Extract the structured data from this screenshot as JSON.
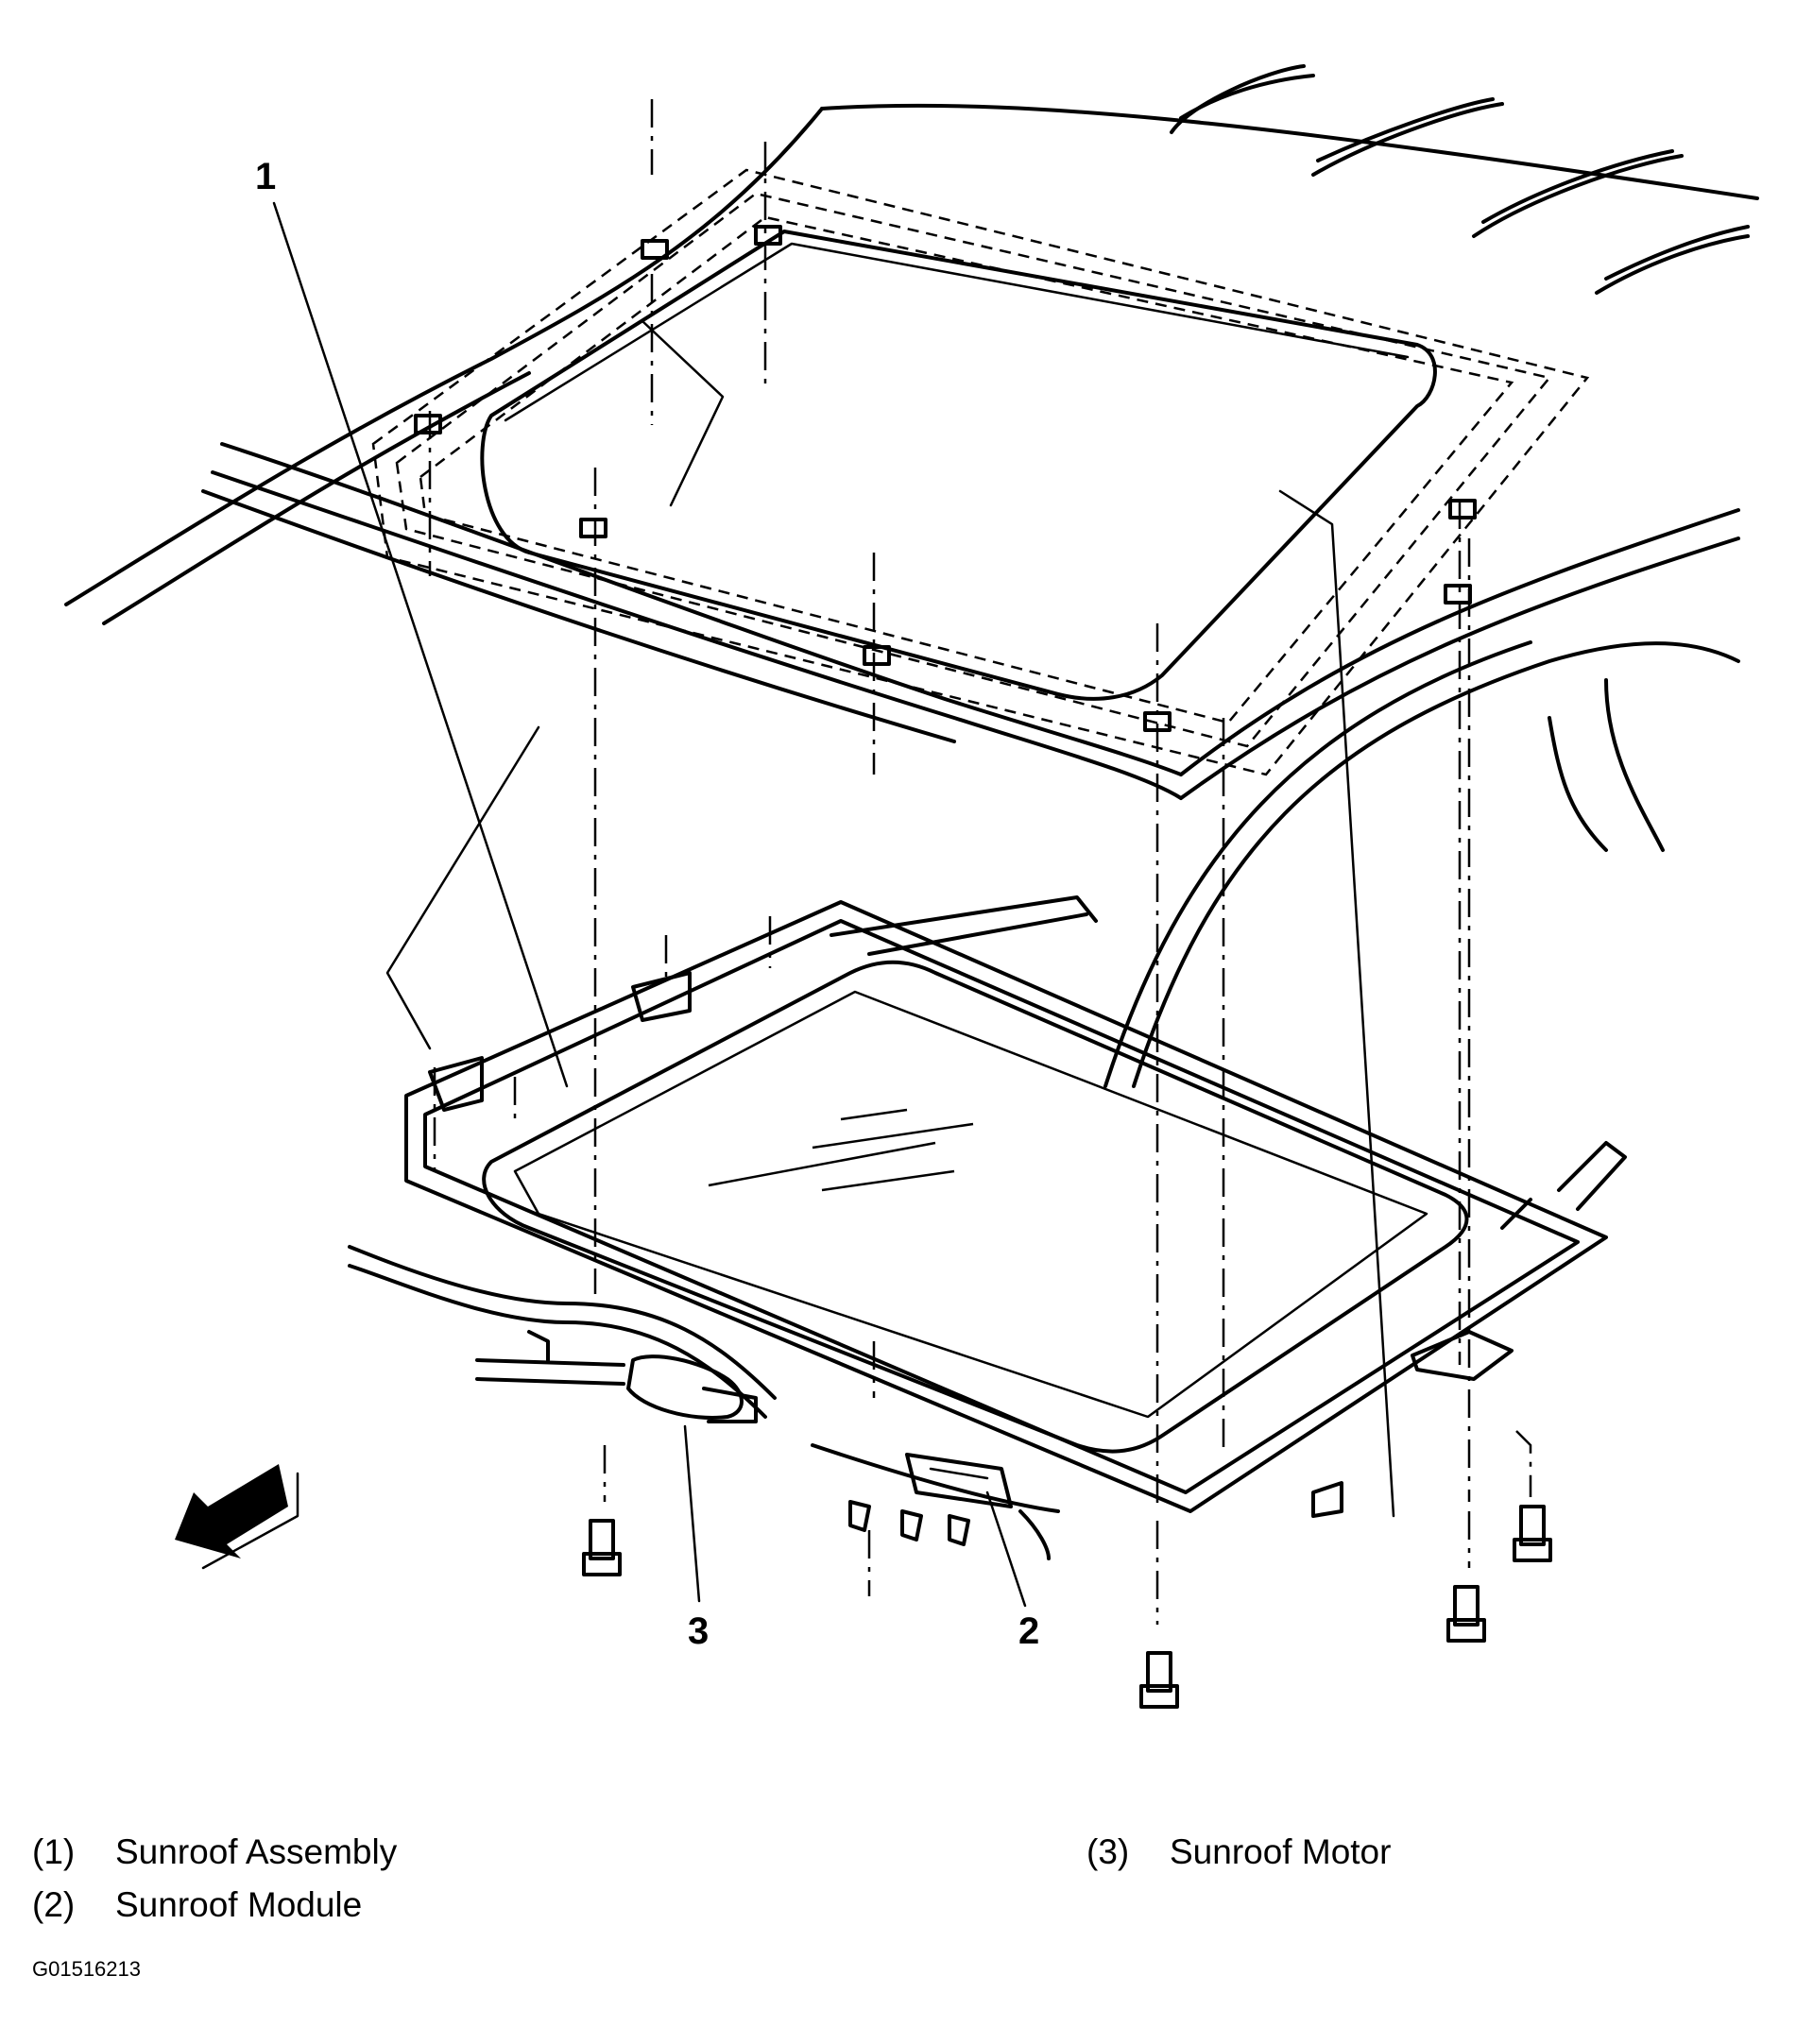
{
  "callouts": [
    {
      "id": "1",
      "label": "1"
    },
    {
      "id": "2",
      "label": "2"
    },
    {
      "id": "3",
      "label": "3"
    }
  ],
  "legend": [
    {
      "num": "(1)",
      "text": "Sunroof Assembly"
    },
    {
      "num": "(2)",
      "text": "Sunroof Module"
    },
    {
      "num": "(3)",
      "text": "Sunroof Motor"
    }
  ],
  "figure_id": "G01516213",
  "icons": [
    "front-direction-arrow-icon",
    "bolt-icon"
  ]
}
